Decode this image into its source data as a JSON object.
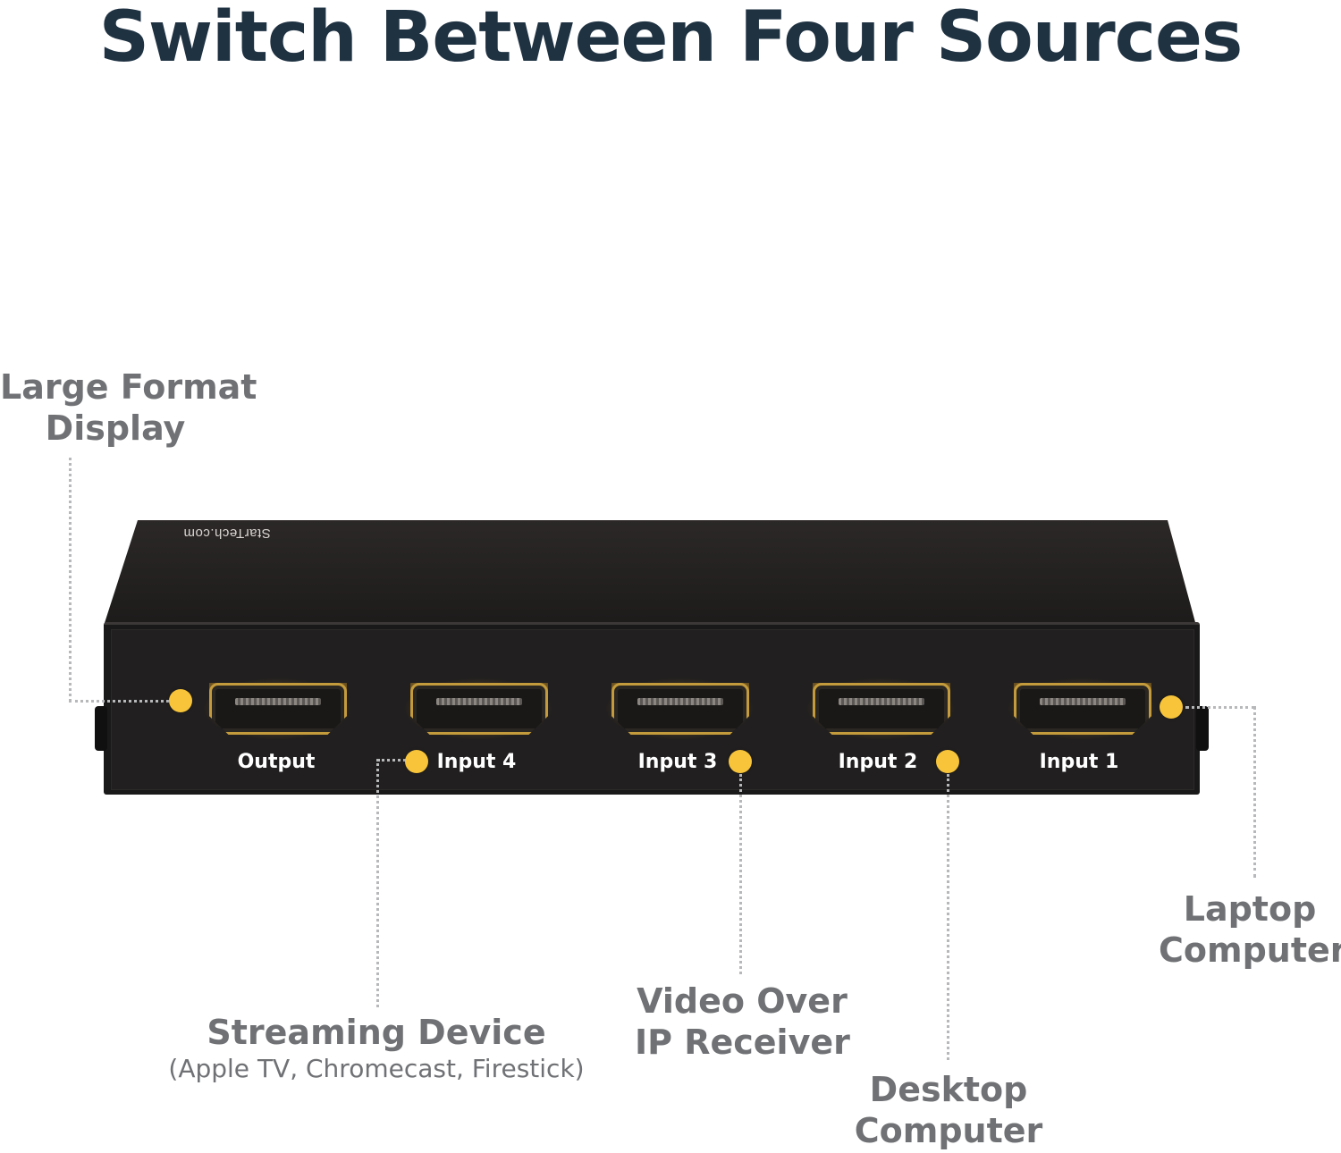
{
  "headline": "Switch Between Four Sources",
  "brand": "StarTech.com",
  "colors": {
    "headline": "#1f3242",
    "callout_text": "#6f7174",
    "indicator_led": "#f7c43a",
    "device_body": "#1a1919",
    "port_glow": "#f7b228"
  },
  "ports": [
    {
      "label": "Output"
    },
    {
      "label": "Input 4"
    },
    {
      "label": "Input 3"
    },
    {
      "label": "Input 2"
    },
    {
      "label": "Input 1"
    }
  ],
  "callouts": {
    "output": {
      "line1": "Large Format",
      "line2": "Display"
    },
    "input4": {
      "title": "Streaming Device",
      "subtitle": "(Apple TV, Chromecast, Firestick)"
    },
    "input3": {
      "line1": "Video Over",
      "line2": "IP Receiver"
    },
    "input2": {
      "line1": "Desktop",
      "line2": "Computer"
    },
    "input1": {
      "line1": "Laptop",
      "line2": "Computer"
    }
  }
}
